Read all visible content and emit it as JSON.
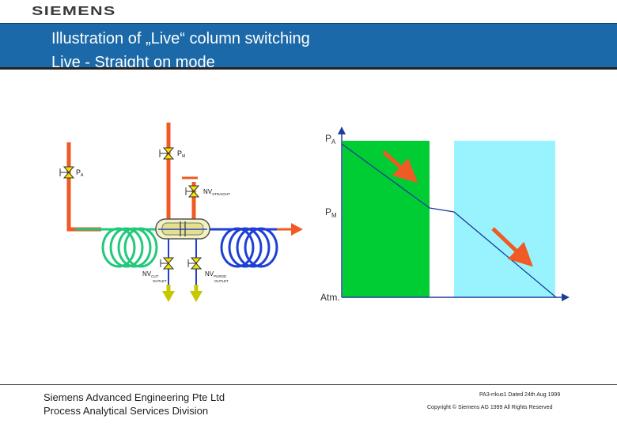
{
  "header": {
    "logo_text": "SIEMENS",
    "title_line1": "Illustration of „Live“ column switching",
    "title_line2": "Live - Straight on mode"
  },
  "schematic": {
    "label_pa": "P",
    "label_pa_sub": "A",
    "label_pm": "P",
    "label_pm_sub": "M",
    "label_nv_straight": "NV",
    "label_nv_straight_sub": "STRAIGHT",
    "label_nv_cut": "NV",
    "label_nv_cut_sub": "CUT",
    "label_outlet_left": "OUTLET",
    "label_nv_purge": "NV",
    "label_nv_purge_sub": "PURGE",
    "label_outlet_right": "OUTLET"
  },
  "pressure_plot": {
    "y_label_pa": "P",
    "y_label_pa_sub": "A",
    "y_label_pm": "P",
    "y_label_pm_sub": "M",
    "y_label_atm": "Atm."
  },
  "footer": {
    "company": "Siemens Advanced Engineering Pte Ltd",
    "division": "Process Analytical Services Division",
    "doc_ref": "PA3-rrkus1   Dated 24th Aug 1999",
    "copyright": "Copyright © Siemens AG 1999 All Rights Reserved"
  },
  "colors": {
    "title_bar": "#1b69a8",
    "carrier_line": "#f05a24",
    "column_1": "#22c97a",
    "column_2": "#1f3fd6",
    "outlet": "#c8c800",
    "plot_green": "#00cc33",
    "plot_cyan": "#99f3ff",
    "plot_line": "#1b3d9c"
  }
}
